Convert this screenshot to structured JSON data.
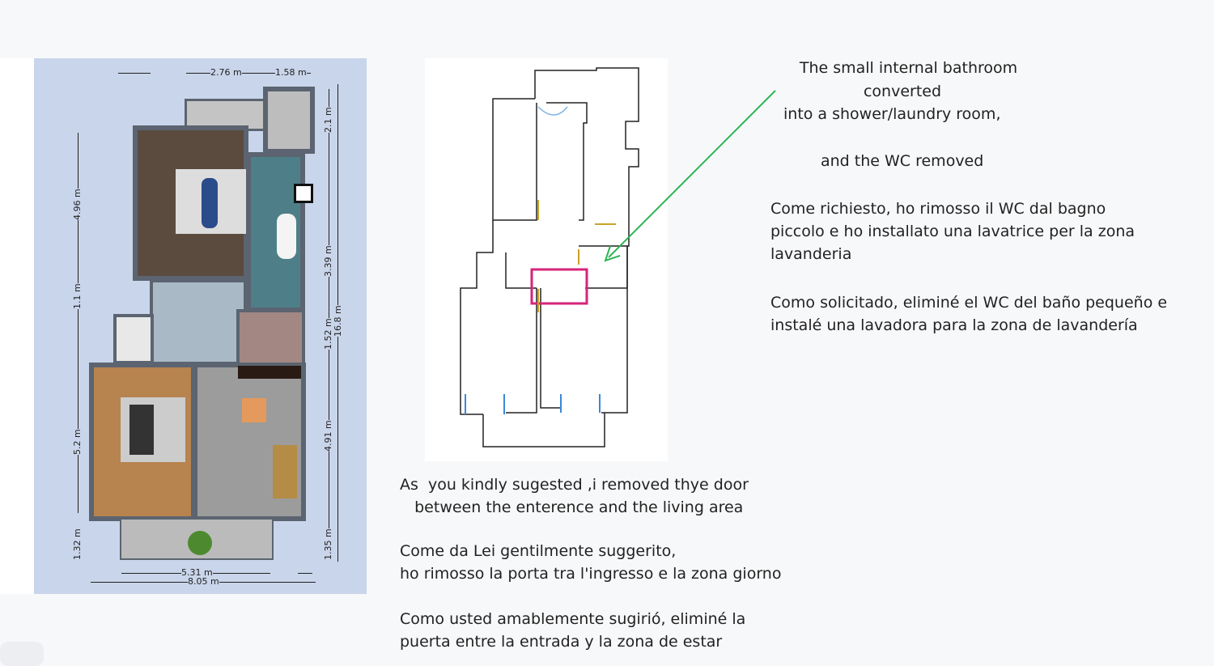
{
  "floor_plan": {
    "dimensions": {
      "top_1": "2.76 m",
      "top_2": "1.58 m",
      "left_1": "4.96 m",
      "left_2": "1.1 m",
      "left_3": "5.2 m",
      "left_4": "1.32 m",
      "right_1": "2.1 m",
      "right_2": "3.39 m",
      "right_3": "1.52 m",
      "right_4": "4.91 m",
      "right_5": "1.35 m",
      "right_total": "16.8 m",
      "bottom_1": "5.31 m",
      "bottom_total": "8.05 m"
    }
  },
  "annotations": {
    "bathroom_en": [
      "The small internal bathroom",
      "converted",
      "into a shower/laundry room,",
      "",
      "and the WC removed"
    ],
    "bathroom_it": "Come richiesto, ho rimosso il WC dal bagno\npiccolo e ho installato una lavatrice per la zona\nlavanderia",
    "bathroom_es": "Como solicitado, eliminé el WC del baño pequeño e\ninstalé una lavadora para la zona de lavandería",
    "door_en": "As  you kindly sugested ,i removed thye door\n   between the enterence and the living area",
    "door_it": "Come da Lei gentilmente suggerito,\nho rimosso la porta tra l'ingresso e la zona giorno",
    "door_es": "Como usted amablemente sugirió, eliminé la\npuerta entre la entrada y la zona de estar"
  },
  "colors": {
    "highlight": "#d6247a",
    "arrow": "#2bb553"
  }
}
